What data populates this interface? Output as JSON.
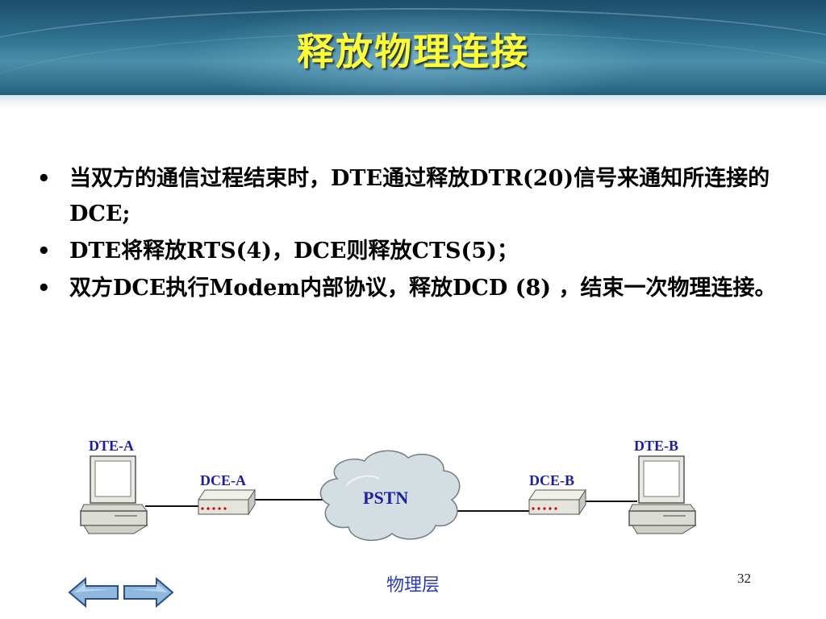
{
  "slide": {
    "title": "释放物理连接",
    "bullets": [
      "当双方的通信过程结束时，DTE通过释放DTR(20)信号来通知所连接的DCE;",
      "DTE将释放RTS(4)，DCE则释放CTS(5)；",
      "双方DCE执行Modem内部协议，释放DCD (8) ，结束一次物理连接。"
    ],
    "bullet_symbol": "•"
  },
  "diagram": {
    "dte_a": "DTE-A",
    "dte_b": "DTE-B",
    "dce_a": "DCE-A",
    "dce_b": "DCE-B",
    "cloud": "PSTN"
  },
  "footer": {
    "section_label": "物理层",
    "page_number": "32"
  },
  "nav": {
    "prev_icon": "left-arrow-icon",
    "next_icon": "right-arrow-icon"
  },
  "colors": {
    "title": "#ffff33",
    "label_blue": "#1b1fa8",
    "header_dark": "#1b4d6b"
  }
}
